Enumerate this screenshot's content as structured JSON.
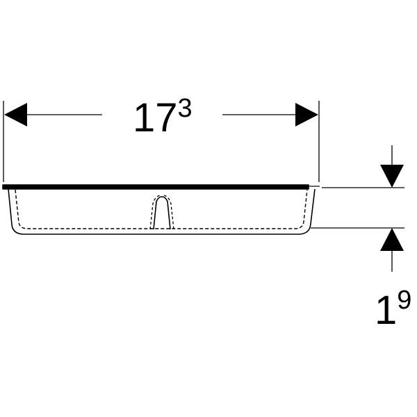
{
  "diagram": {
    "width_dimension": {
      "base": "17",
      "exponent": "3"
    },
    "height_dimension": {
      "base": "1",
      "exponent": "9"
    },
    "colors": {
      "line": "#000000",
      "background": "#ffffff"
    }
  }
}
